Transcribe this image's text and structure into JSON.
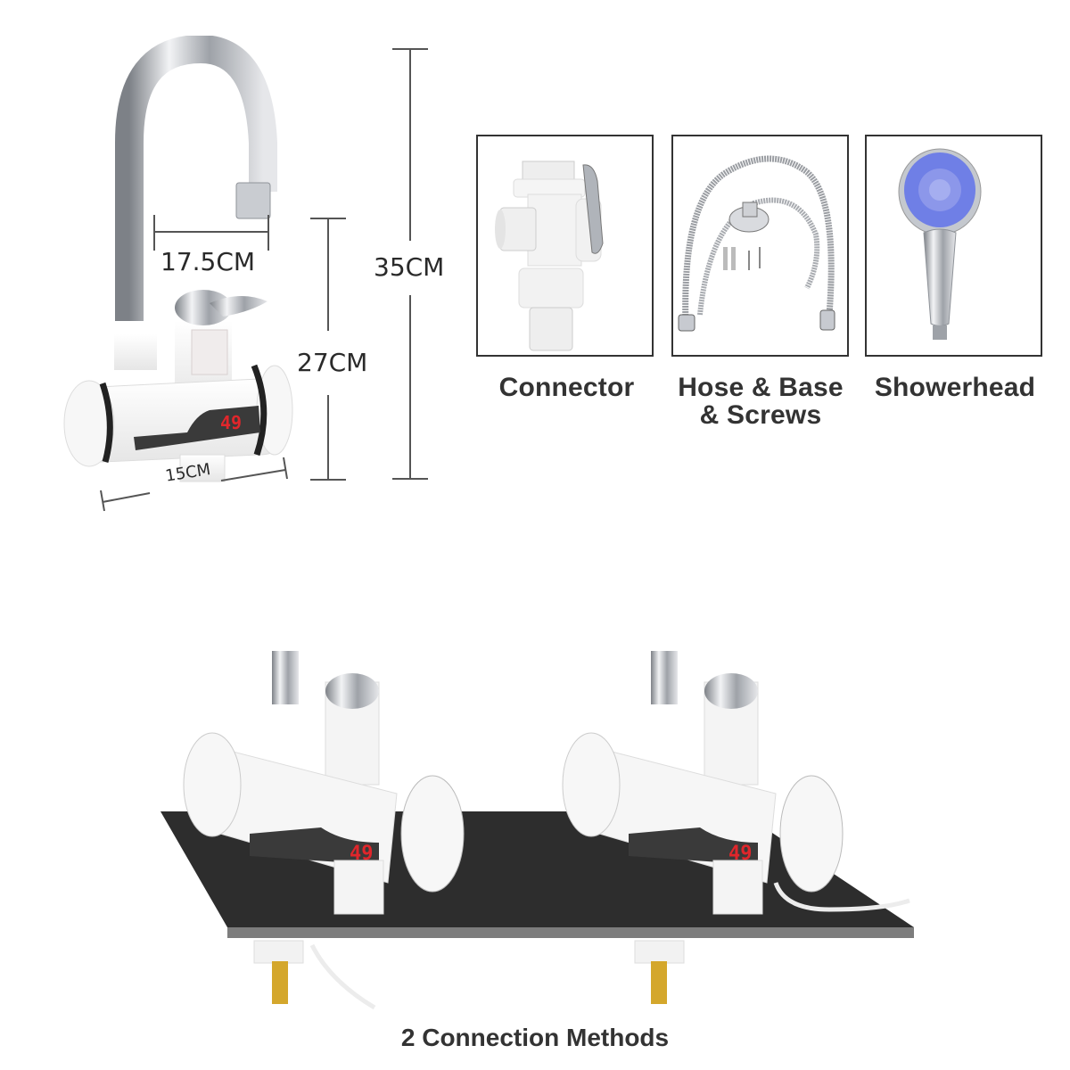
{
  "dimensions": {
    "spout_reach": "17.5CM",
    "faucet_height": "27CM",
    "total_height": "35CM",
    "body_width": "15CM"
  },
  "display_reading": "49",
  "accessories": [
    {
      "label": "Connector",
      "icon": "connector-valve"
    },
    {
      "label_line1": "Hose & Base",
      "label_line2": "& Screws",
      "icon": "hose-base-screws"
    },
    {
      "label": "Showerhead",
      "icon": "showerhead"
    }
  ],
  "connection": {
    "caption": "2 Connection Methods",
    "methods": [
      {
        "name": "under-counter-cable",
        "display_reading": "49"
      },
      {
        "name": "over-counter-cable",
        "display_reading": "49"
      }
    ]
  },
  "colors": {
    "text": "#333333",
    "chrome": "#b8bcc2",
    "body_white": "#f4f4f4",
    "display_red": "#e0262b",
    "countertop": "#2d2d2d",
    "brass": "#d4a72c",
    "shower_blue": "#6f7fe6"
  }
}
